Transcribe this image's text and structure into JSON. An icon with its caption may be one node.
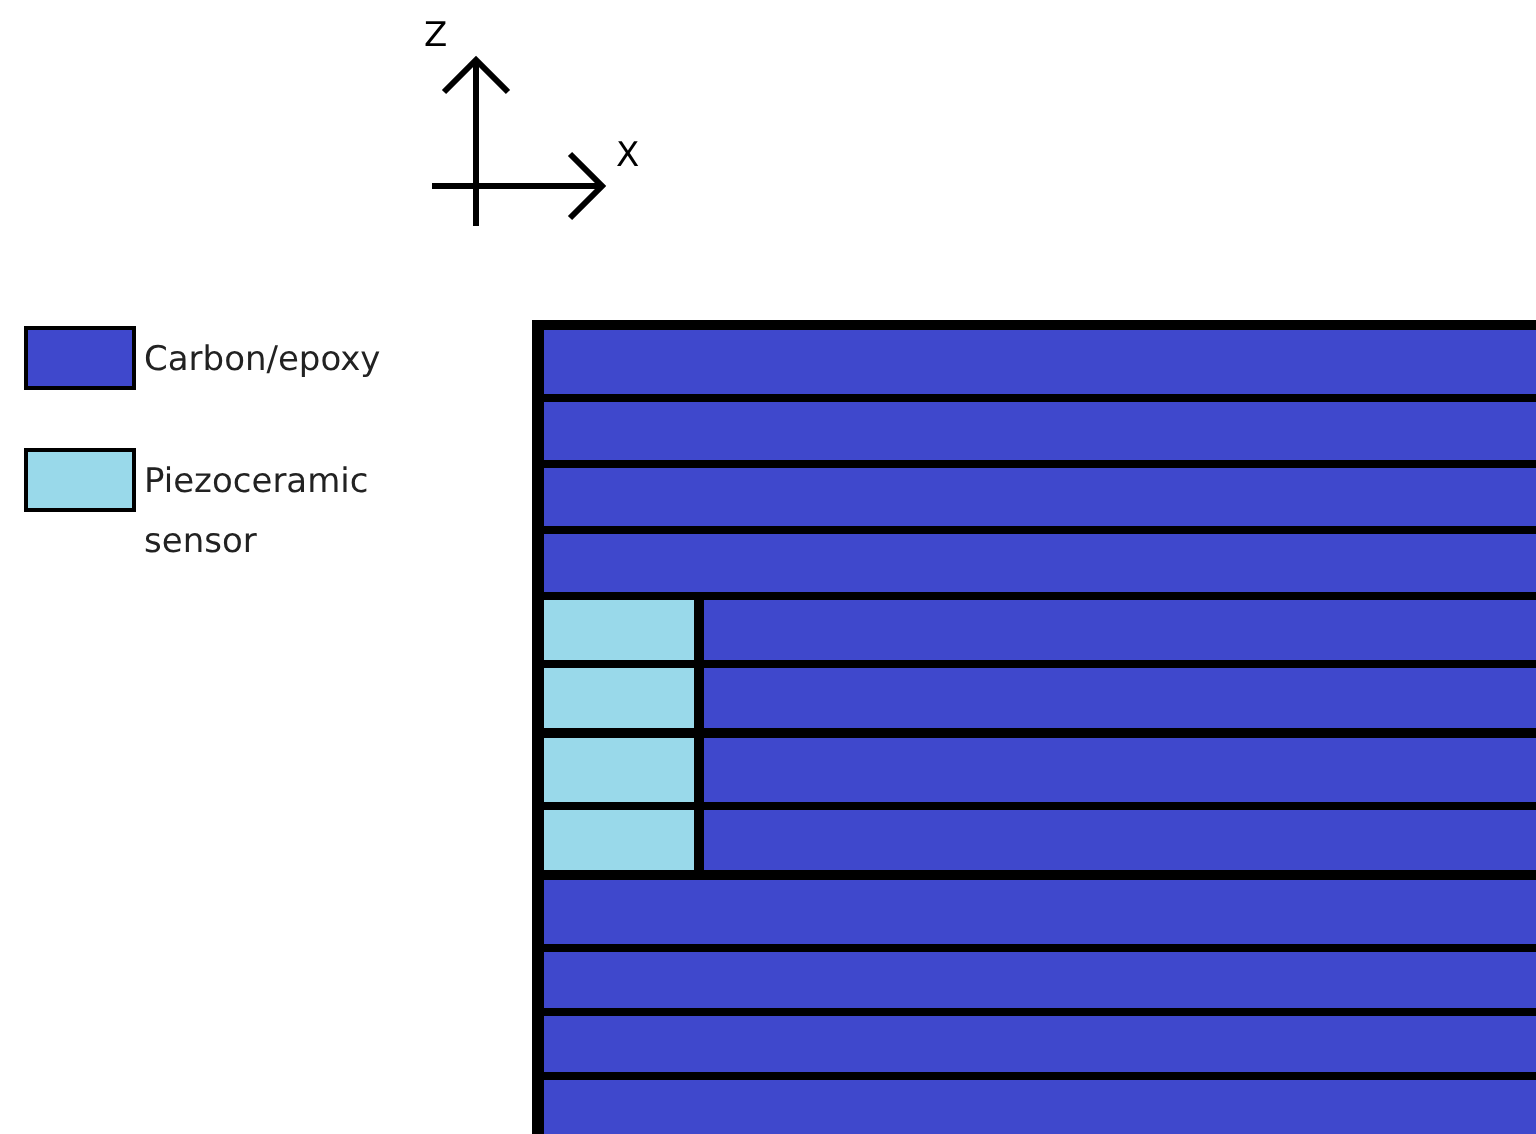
{
  "diagram": {
    "labels": [
      "Z",
      "X"
    ],
    "legend": [
      {
        "text": "Carbon/epoxy",
        "color": "#3f48cc"
      },
      {
        "text": "Piezoceramic sensor",
        "color": "#99d9ea"
      }
    ]
  }
}
